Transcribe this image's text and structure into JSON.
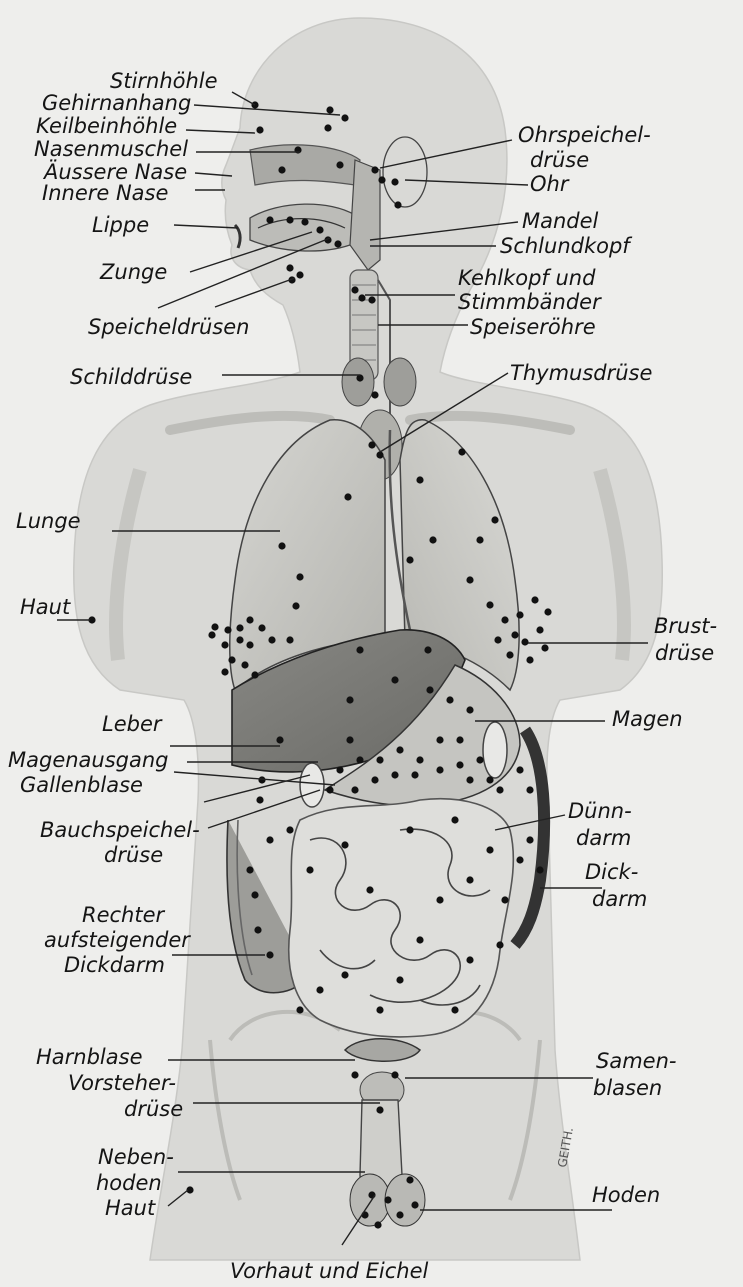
{
  "labels": {
    "stirnhoehle": "Stirnhöhle",
    "gehirnanhang": "Gehirnanhang",
    "keilbeinhoehle": "Keilbeinhöhle",
    "nasenmuschel": "Nasenmuschel",
    "aeussere_nase": "Äussere Nase",
    "innere_nase": "Innere Nase",
    "lippe": "Lippe",
    "zunge": "Zunge",
    "speicheldruesen": "Speicheldrüsen",
    "schilddruese": "Schilddrüse",
    "ohrspeichel_1": "Ohrspeichel-",
    "ohrspeichel_2": "drüse",
    "ohr": "Ohr",
    "mandel": "Mandel",
    "schlundkopf": "Schlundkopf",
    "kehlkopf_1": "Kehlkopf und",
    "kehlkopf_2": "Stimmbänder",
    "speiseroehre": "Speiseröhre",
    "thymusdruese": "Thymusdrüse",
    "lunge": "Lunge",
    "haut_arm": "Haut",
    "brust_1": "Brust-",
    "brust_2": "drüse",
    "leber": "Leber",
    "magenausgang": "Magenausgang",
    "gallenblase": "Gallenblase",
    "magen": "Magen",
    "bauch_1": "Bauchspeichel-",
    "bauch_2": "drüse",
    "duenn_1": "Dünn-",
    "duenn_2": "darm",
    "dick_1": "Dick-",
    "dick_2": "darm",
    "rechter_1": "Rechter",
    "rechter_2": "aufsteigender",
    "rechter_3": "Dickdarm",
    "harnblase": "Harnblase",
    "vorsteher_1": "Vorsteher-",
    "vorsteher_2": "drüse",
    "samen_1": "Samen-",
    "samen_2": "blasen",
    "neben_1": "Neben-",
    "neben_2": "hoden",
    "haut_leg": "Haut",
    "hoden": "Hoden",
    "vorhaut": "Vorhaut und Eichel"
  },
  "signature": "GEITH."
}
